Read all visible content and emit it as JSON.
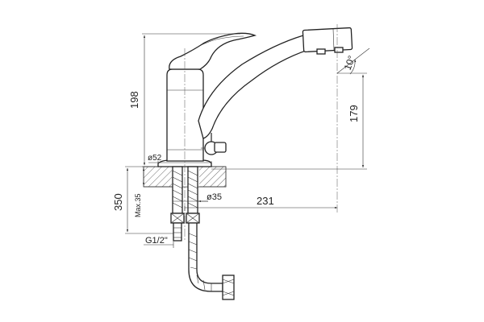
{
  "drawing": {
    "dim_height_total": "198",
    "dim_outlet_height": "179",
    "dim_diameter_body": "ø52",
    "dim_diameter_shank": "ø35",
    "dim_reach": "231",
    "dim_hose_length": "350",
    "dim_counter_thickness": "Max.35",
    "dim_thread": "G1/2\"",
    "dim_spout_angle": "10°"
  }
}
